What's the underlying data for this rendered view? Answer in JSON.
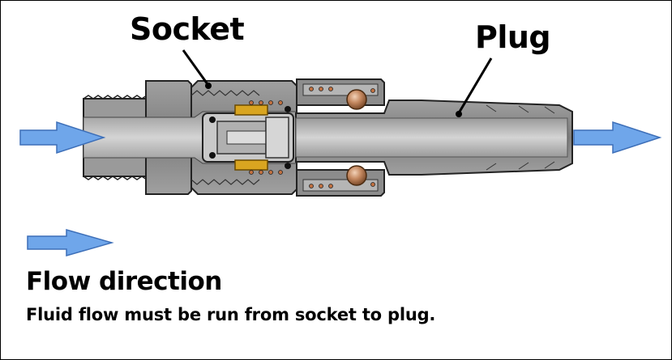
{
  "labels": {
    "socket": "Socket",
    "plug": "Plug"
  },
  "legend": {
    "title": "Flow direction",
    "note": "Fluid flow must be run from socket to plug."
  },
  "colors": {
    "arrow_fill": "#6fa6ea",
    "arrow_stroke": "#3d6fb8",
    "body_gray": "#8a8a8a",
    "bore_gray": "#c8c8c8",
    "valve_brass": "#d9a520",
    "ball_copper": "#b87a55",
    "outline": "#222222"
  }
}
